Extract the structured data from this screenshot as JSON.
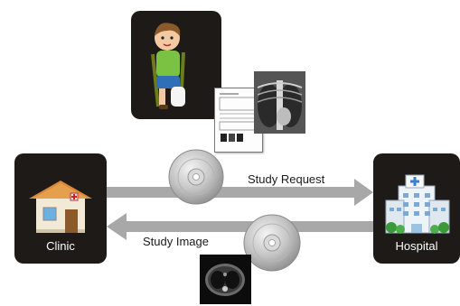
{
  "nodes": {
    "clinic": {
      "label": "Clinic"
    },
    "hospital": {
      "label": "Hospital"
    }
  },
  "flows": {
    "request": {
      "label": "Study Request",
      "direction": "clinic-to-hospital"
    },
    "image": {
      "label": "Study Image",
      "direction": "hospital-to-clinic"
    }
  },
  "icons": {
    "patient": "injured-boy-on-crutches-icon",
    "request_form": "request-form-document-icon",
    "xray": "chest-xray-icon",
    "disc": "optical-disc-icon",
    "ct": "ct-scan-icon",
    "clinic": "house-icon",
    "hospital": "hospital-building-icon"
  },
  "colors": {
    "tile_background": "#1d1a17",
    "arrow": "#a8a8a8",
    "label_text": "#ffffff"
  }
}
